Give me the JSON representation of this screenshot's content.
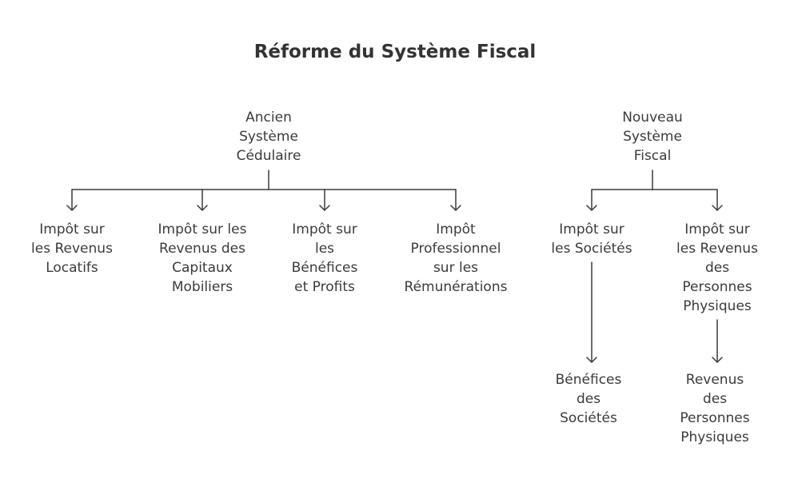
{
  "title": "Réforme du Système Fiscal",
  "nodes": {
    "ancien": "Ancien\nSystème\nCédulaire",
    "nouveau": "Nouveau\nSystème\nFiscal",
    "revenus_locatifs": "Impôt sur\nles Revenus\nLocatifs",
    "capitaux_mobiliers": "Impôt sur les\nRevenus des\nCapitaux\nMobiliers",
    "benefices_profits": "Impôt sur\nles\nBénéfices\net Profits",
    "professionnel": "Impôt\nProfessionnel\nsur les\nRémunérations",
    "societes": "Impôt sur\nles Sociétés",
    "personnes_physiques": "Impôt sur\nles Revenus\ndes\nPersonnes\nPhysiques",
    "benefices_societes": "Bénéfices\ndes\nSociétés",
    "revenus_personnes": "Revenus\ndes\nPersonnes\nPhysiques"
  }
}
